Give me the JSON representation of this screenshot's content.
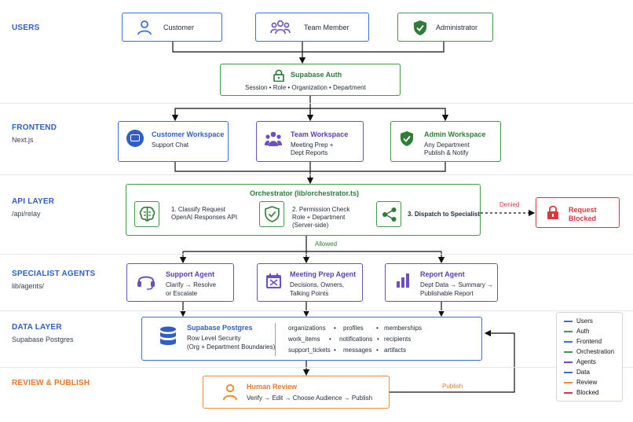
{
  "lanes": {
    "users": {
      "title": "USERS"
    },
    "frontend": {
      "title": "FRONTEND",
      "sub": "Next.js"
    },
    "api": {
      "title": "API LAYER",
      "sub": "/api/relay"
    },
    "agents": {
      "title": "SPECIALIST AGENTS",
      "sub": "lib/agents/"
    },
    "data": {
      "title": "DATA LAYER",
      "sub": "Supabase Postgres"
    },
    "review": {
      "title": "REVIEW & PUBLISH"
    }
  },
  "users": {
    "customer": "Customer",
    "team_member": "Team Member",
    "administrator": "Administrator"
  },
  "auth": {
    "title": "Supabase Auth",
    "detail": "Session  •  Role  •  Organization  •  Department"
  },
  "frontend": {
    "customer_workspace": {
      "title": "Customer Workspace",
      "line1": "Support Chat"
    },
    "team_workspace": {
      "title": "Team Workspace",
      "line1": "Meeting Prep +",
      "line2": "Dept Reports"
    },
    "admin_workspace": {
      "title": "Admin Workspace",
      "line1": "Any Department",
      "line2": "Publish & Notify"
    }
  },
  "orchestrator": {
    "title": "Orchestrator (lib/orchestrator.ts)",
    "step1": {
      "line1": "1. Classify Request",
      "line2": "OpenAI Responses API"
    },
    "step2": {
      "line1": "2. Permission Check",
      "line2": "Role + Department",
      "line3": "(Server-side)"
    },
    "step3": {
      "line1": "3. Dispatch to Specialist"
    },
    "denied_label": "Denied",
    "allowed_label": "Allowed"
  },
  "blocked": {
    "line1": "Request",
    "line2": "Blocked"
  },
  "agents": {
    "support": {
      "title": "Support Agent",
      "line1": "Clarify → Resolve",
      "line2": "or Escalate"
    },
    "meeting": {
      "title": "Meeting Prep Agent",
      "line1": "Decisions, Owners,",
      "line2": "Talking Points"
    },
    "report": {
      "title": "Report Agent",
      "line1": "Dept Data → Summary →",
      "line2": "Publishable Report"
    }
  },
  "postgres": {
    "title": "Supabase Postgres",
    "line1": "Row Level Security",
    "line2": "(Org + Department Boundaries)",
    "tables": [
      [
        "organizations",
        "profiles",
        "memberships"
      ],
      [
        "work_items",
        "notifications",
        "recipients"
      ],
      [
        "support_tickets",
        "messages",
        "artifacts"
      ]
    ]
  },
  "review": {
    "title": "Human Review",
    "flow": "Verify → Edit → Choose Audience → Publish",
    "publish_label": "Publish"
  },
  "legend": {
    "items": [
      {
        "label": "Users",
        "color": "#3b6fd9"
      },
      {
        "label": "Auth",
        "color": "#3f9b4a"
      },
      {
        "label": "Frontend",
        "color": "#3b6fd9"
      },
      {
        "label": "Orchestration",
        "color": "#3f9b4a"
      },
      {
        "label": "Agents",
        "color": "#6d4fc2"
      },
      {
        "label": "Data",
        "color": "#3b6fd9"
      },
      {
        "label": "Review",
        "color": "#f08a2c"
      },
      {
        "label": "Blocked",
        "color": "#d7383b"
      }
    ]
  },
  "colors": {
    "blue": "#3b6fd9",
    "green": "#3f9b4a",
    "purple": "#6d4fc2",
    "red": "#d7383b",
    "orange": "#f08a2c",
    "lane_title_blue": "#2f5fc4",
    "lane_title_orange": "#e8772a"
  }
}
